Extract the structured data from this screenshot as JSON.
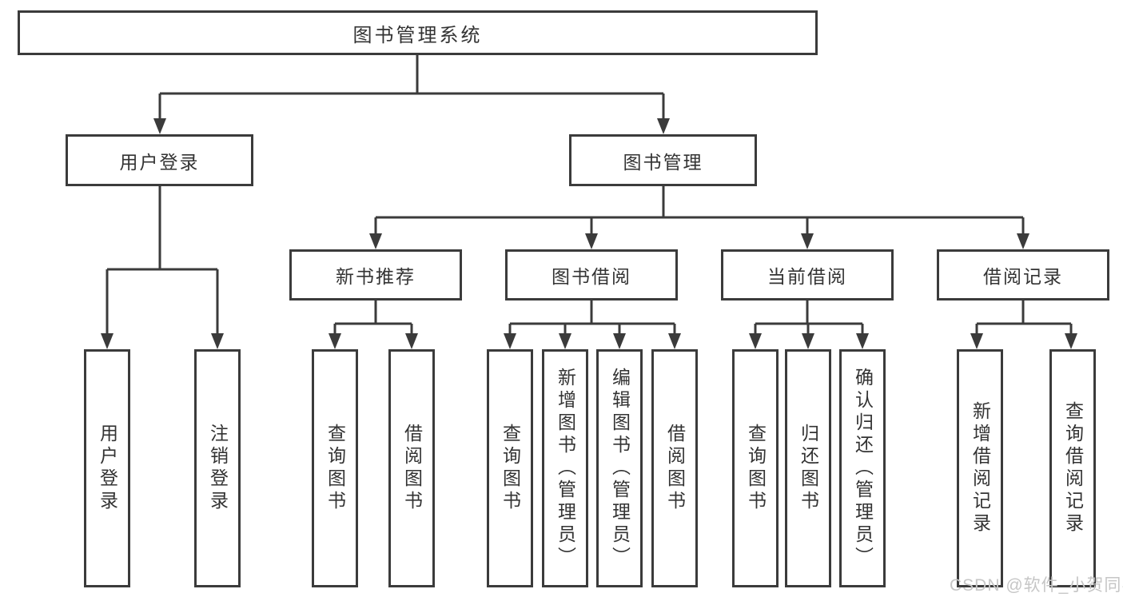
{
  "diagram": {
    "root": {
      "label": "图书管理系统"
    },
    "login": {
      "label": "用户登录",
      "children": [
        "用户登录",
        "注销登录"
      ]
    },
    "management": {
      "label": "图书管理"
    },
    "recommend": {
      "label": "新书推荐",
      "children": [
        "查询图书",
        "借阅图书"
      ]
    },
    "borrow": {
      "label": "图书借阅",
      "children": [
        "查询图书",
        "新增图书（管理员）",
        "编辑图书（管理员）",
        "借阅图书"
      ]
    },
    "current": {
      "label": "当前借阅",
      "children": [
        "查询图书",
        "归还图书",
        "确认归还（管理员）"
      ]
    },
    "records": {
      "label": "借阅记录",
      "children": [
        "新增借阅记录",
        "查询借阅记录"
      ]
    },
    "watermark": "CSDN @软件_小贺同学",
    "colors": {
      "line": "#3b3b3b",
      "text": "#333333",
      "watermark": "#c6c6c6"
    }
  }
}
